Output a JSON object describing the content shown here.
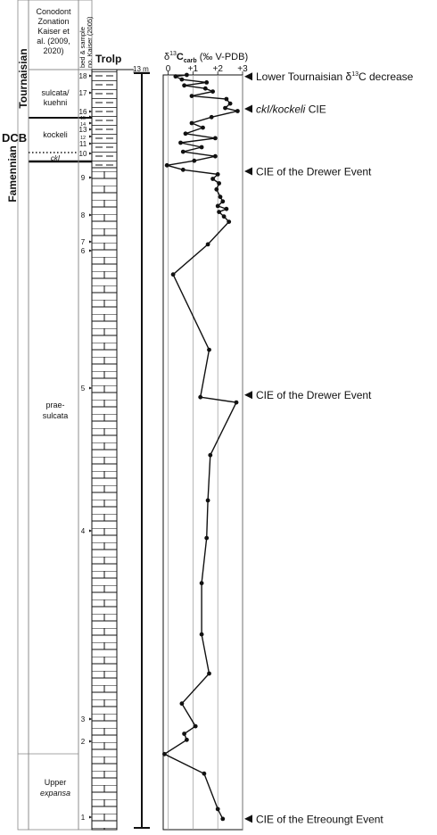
{
  "header": {
    "zonation": [
      "Conodont",
      "Zonation",
      "Kaiser et",
      "al. (2009,",
      "2020)"
    ],
    "bed_sample": [
      "bed & sample",
      "no. Kaiser (2005)"
    ],
    "section": "Trolp",
    "scale": "13 m",
    "axis_title_prefix": "δ",
    "axis_title_sup": "13",
    "axis_title_main": "C",
    "axis_title_sub": "carb",
    "axis_title_suffix": " (‰ V-PDB)"
  },
  "stages": {
    "upper": "Tournaisian",
    "lower": "Famennian",
    "boundary": "DCB"
  },
  "zones": {
    "sulcata_kuehni": [
      "sulcata/",
      "kuehni"
    ],
    "kockeli": "kockeli",
    "ckI": "ckI",
    "praesulcata": [
      "prae-",
      "sulcata"
    ],
    "upper_expansa": [
      "Upper",
      "expansa"
    ]
  },
  "beds": {
    "labels": [
      "18",
      "17",
      "16",
      "15",
      "14",
      "13",
      "12",
      "11",
      "10",
      "9",
      "8",
      "7",
      "6",
      "5",
      "4",
      "3",
      "2",
      "1"
    ]
  },
  "chart_data": {
    "type": "line",
    "x_label": "δ13Ccarb (‰ V-PDB)",
    "x_ticks": [
      "0",
      "+1",
      "+2",
      "+3"
    ],
    "xlim": [
      -0.2,
      3.0
    ],
    "y_label": "13 m",
    "depth_unit": "stratigraphic height, relative (0 = base, 1 = top)",
    "points": [
      {
        "h": 0.012,
        "v": 2.2
      },
      {
        "h": 0.025,
        "v": 2.0
      },
      {
        "h": 0.072,
        "v": 1.45
      },
      {
        "h": 0.098,
        "v": -0.15
      },
      {
        "h": 0.117,
        "v": 0.75
      },
      {
        "h": 0.125,
        "v": 0.65
      },
      {
        "h": 0.135,
        "v": 1.1
      },
      {
        "h": 0.165,
        "v": 0.55
      },
      {
        "h": 0.205,
        "v": 1.65
      },
      {
        "h": 0.257,
        "v": 1.35
      },
      {
        "h": 0.325,
        "v": 1.35
      },
      {
        "h": 0.385,
        "v": 1.55
      },
      {
        "h": 0.435,
        "v": 1.6
      },
      {
        "h": 0.495,
        "v": 1.7
      },
      {
        "h": 0.565,
        "v": 2.75
      },
      {
        "h": 0.572,
        "v": 1.3
      },
      {
        "h": 0.635,
        "v": 1.65
      },
      {
        "h": 0.735,
        "v": 0.2
      },
      {
        "h": 0.775,
        "v": 1.6
      },
      {
        "h": 0.805,
        "v": 2.45
      },
      {
        "h": 0.812,
        "v": 2.25
      },
      {
        "h": 0.818,
        "v": 2.05
      },
      {
        "h": 0.822,
        "v": 2.35
      },
      {
        "h": 0.826,
        "v": 2.0
      },
      {
        "h": 0.832,
        "v": 2.2
      },
      {
        "h": 0.838,
        "v": 2.1
      },
      {
        "h": 0.848,
        "v": 1.95
      },
      {
        "h": 0.856,
        "v": 2.05
      },
      {
        "h": 0.862,
        "v": 1.8
      },
      {
        "h": 0.868,
        "v": 2.0
      },
      {
        "h": 0.874,
        "v": 0.6
      },
      {
        "h": 0.88,
        "v": -0.05
      },
      {
        "h": 0.886,
        "v": 1.05
      },
      {
        "h": 0.892,
        "v": 1.9
      },
      {
        "h": 0.898,
        "v": 0.6
      },
      {
        "h": 0.904,
        "v": 1.35
      },
      {
        "h": 0.91,
        "v": 0.5
      },
      {
        "h": 0.916,
        "v": 1.9
      },
      {
        "h": 0.922,
        "v": 0.7
      },
      {
        "h": 0.93,
        "v": 1.4
      },
      {
        "h": 0.936,
        "v": 0.95
      },
      {
        "h": 0.944,
        "v": 1.75
      },
      {
        "h": 0.952,
        "v": 2.8
      },
      {
        "h": 0.956,
        "v": 2.3
      },
      {
        "h": 0.962,
        "v": 2.5
      },
      {
        "h": 0.968,
        "v": 2.35
      },
      {
        "h": 0.972,
        "v": 0.95
      },
      {
        "h": 0.978,
        "v": 1.8
      },
      {
        "h": 0.982,
        "v": 1.5
      },
      {
        "h": 0.986,
        "v": 0.65
      },
      {
        "h": 0.99,
        "v": 1.55
      },
      {
        "h": 0.994,
        "v": 0.55
      },
      {
        "h": 0.998,
        "v": 0.3
      },
      {
        "h": 1.0,
        "v": 0.75
      }
    ],
    "annotations": [
      {
        "h": 0.998,
        "prefix": "Lower Tournaisian δ",
        "sup": "13",
        "suffix": "C decrease"
      },
      {
        "h": 0.955,
        "italic": "ckI/kockeli",
        "suffix": " CIE"
      },
      {
        "h": 0.872,
        "suffix": "CIE of the Drewer Event"
      },
      {
        "h": 0.575,
        "suffix": "CIE of the Drewer Event"
      },
      {
        "h": 0.012,
        "suffix": "CIE of the Etreoungt Event"
      }
    ]
  }
}
